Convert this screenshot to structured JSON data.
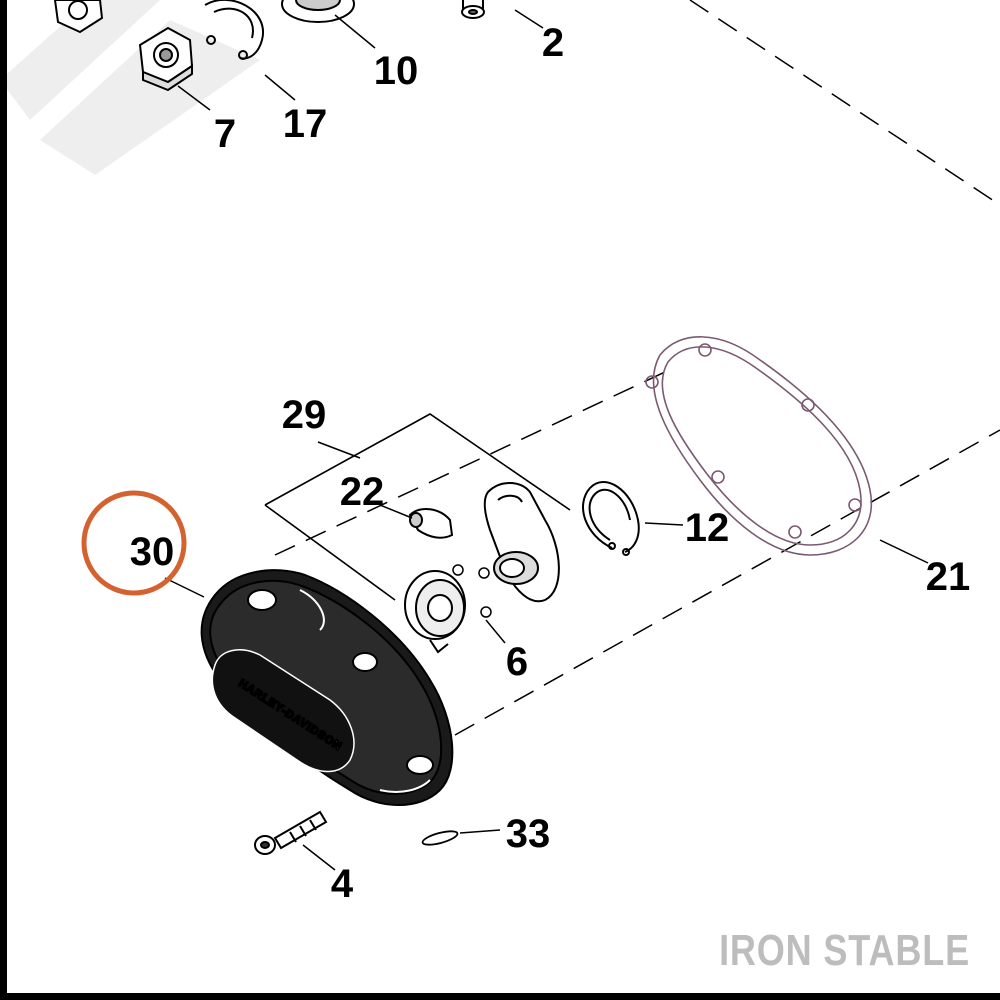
{
  "colors": {
    "highlight_ring": "#d4622e",
    "gasket": "#7a5a73",
    "line": "#000000",
    "watermark": "#bdbdbd",
    "background_stripe": "#eeeeee"
  },
  "part_labels": {
    "p2": "2",
    "p4": "4",
    "p6": "6",
    "p7": "7",
    "p10": "10",
    "p12": "12",
    "p17": "17",
    "p21": "21",
    "p22": "22",
    "p29": "29",
    "p30": "30",
    "p33": "33"
  },
  "highlighted_part": "30",
  "cover_brand_text": "HARLEY-DAVIDSON",
  "watermark_text": "IRON STABLE"
}
